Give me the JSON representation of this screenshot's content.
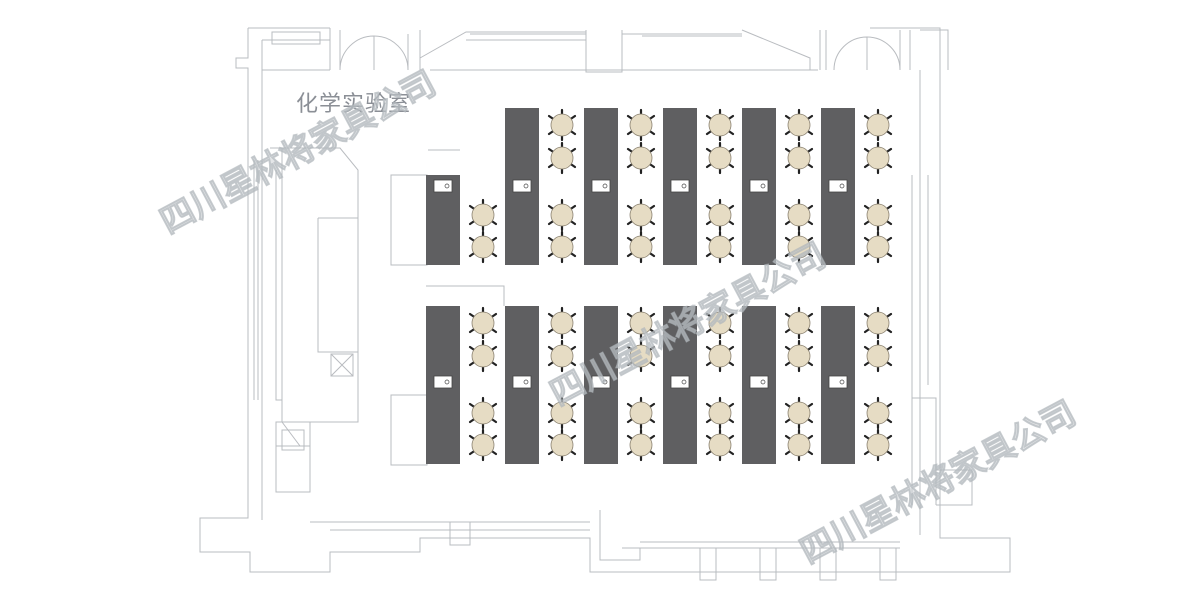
{
  "room_label": "化学实验室",
  "watermark_text": "四川星林将家具公司",
  "colors": {
    "wall_line": "#b9bcc0",
    "bench": "#5f5f61",
    "stool": "#e6dcc4",
    "stool_stroke": "#8a8170",
    "leg": "#222222",
    "sink": "#ffffff"
  },
  "legend": {
    "bench": "lab-bench",
    "stool": "round-stool",
    "sink": "sink-basin"
  }
}
